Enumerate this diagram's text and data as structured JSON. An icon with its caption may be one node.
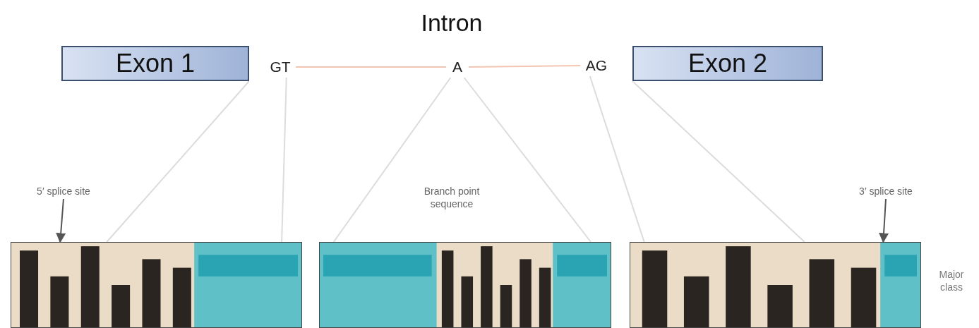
{
  "diagram": {
    "title": "Intron",
    "nodes": [
      {
        "text": [
          "Exon 1"
        ]
      },
      {
        "text": [
          "GT"
        ]
      },
      {
        "text": [
          "A"
        ]
      },
      {
        "text": [
          "AG"
        ]
      },
      {
        "text": [
          "Exon 2"
        ]
      },
      {
        "text": [
          "5′ splice site"
        ]
      },
      {
        "text": [
          "3′ splice site"
        ]
      },
      {
        "text": [],
        "shape": "picture"
      },
      {
        "text": [],
        "shape": "picture"
      },
      {
        "text": [],
        "shape": "picture"
      }
    ],
    "edges": [
      {
        "from": 1,
        "to": 2,
        "arrow": "none",
        "color": "#f3c6b4"
      },
      {
        "from": 2,
        "to": 3,
        "arrow": "none",
        "color": "#f3c6b4"
      },
      {
        "from": 0,
        "to": 7,
        "arrow": "none"
      },
      {
        "from": 1,
        "to": 7,
        "arrow": "none"
      },
      {
        "from": 2,
        "to": 8,
        "arrow": "none"
      },
      {
        "from": 2,
        "to": 8,
        "arrow": "none"
      },
      {
        "from": 3,
        "to": 9,
        "arrow": "none"
      },
      {
        "from": 4,
        "to": 9,
        "arrow": "none"
      },
      {
        "from": 5,
        "to": 7,
        "arrow": "to",
        "color": "#555555"
      },
      {
        "from": 6,
        "to": 9,
        "arrow": "to",
        "color": "#555555"
      }
    ],
    "labels": [
      "Branch point sequence",
      "Major class"
    ]
  }
}
